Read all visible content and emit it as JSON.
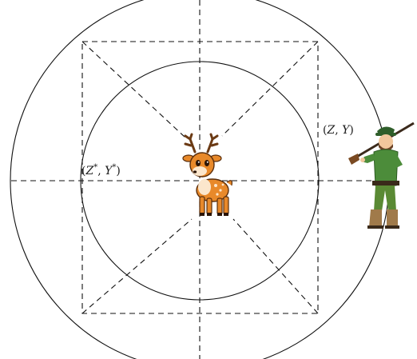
{
  "labels": {
    "inner_point": {
      "var1": "Z",
      "var2": "Y",
      "mark": "*"
    },
    "outer_point": {
      "var1": "Z",
      "var2": "Y"
    }
  },
  "figures": {
    "center": "deer-icon",
    "edge": "hunter-icon"
  },
  "colors": {
    "lines": "#111111",
    "deer_body": "#e8892a",
    "hunter_jacket": "#4c8c3a"
  }
}
